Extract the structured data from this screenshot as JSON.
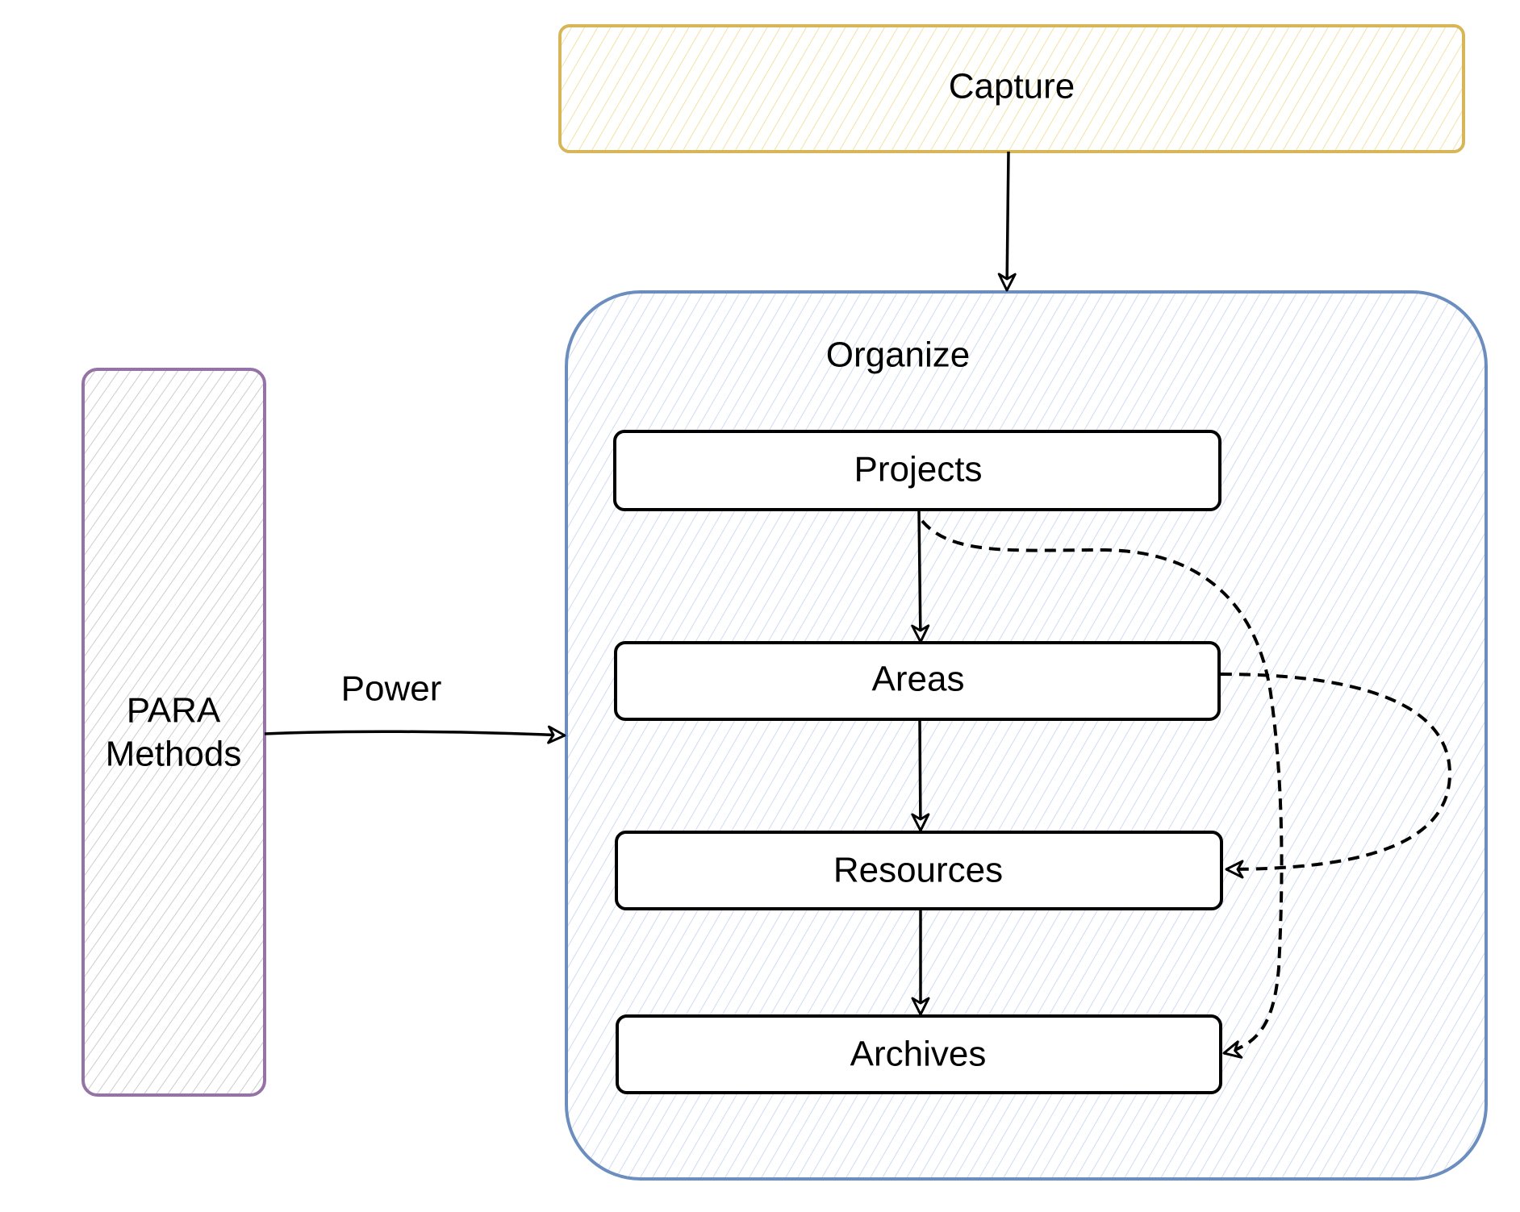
{
  "diagram": {
    "title": "PARA Methods",
    "colors": {
      "capture_stroke": "#d6b656",
      "capture_hatch": "#f3e3a4",
      "organize_stroke": "#6c8ebf",
      "organize_hatch": "#c9d7ef",
      "para_stroke": "#9673a6",
      "para_hatch": "#cfcfd4",
      "node_stroke": "#000000",
      "node_fill": "#ffffff",
      "edge": "#000000"
    },
    "nodes": {
      "capture": {
        "label": "Capture"
      },
      "organize": {
        "label": "Organize"
      },
      "para": {
        "label_line1": "PARA",
        "label_line2": "Methods"
      },
      "projects": {
        "label": "Projects"
      },
      "areas": {
        "label": "Areas"
      },
      "resources": {
        "label": "Resources"
      },
      "archives": {
        "label": "Archives"
      }
    },
    "edges": [
      {
        "from": "Capture",
        "to": "Organize",
        "style": "solid",
        "label": ""
      },
      {
        "from": "PARA Methods",
        "to": "Organize",
        "style": "solid",
        "label": "Power"
      },
      {
        "from": "Projects",
        "to": "Areas",
        "style": "solid",
        "label": ""
      },
      {
        "from": "Areas",
        "to": "Resources",
        "style": "solid",
        "label": ""
      },
      {
        "from": "Resources",
        "to": "Archives",
        "style": "solid",
        "label": ""
      },
      {
        "from": "Projects",
        "to": "Archives",
        "style": "dashed",
        "label": ""
      },
      {
        "from": "Areas",
        "to": "Resources",
        "style": "dashed",
        "label": ""
      }
    ],
    "edge_labels": {
      "power": "Power"
    }
  }
}
